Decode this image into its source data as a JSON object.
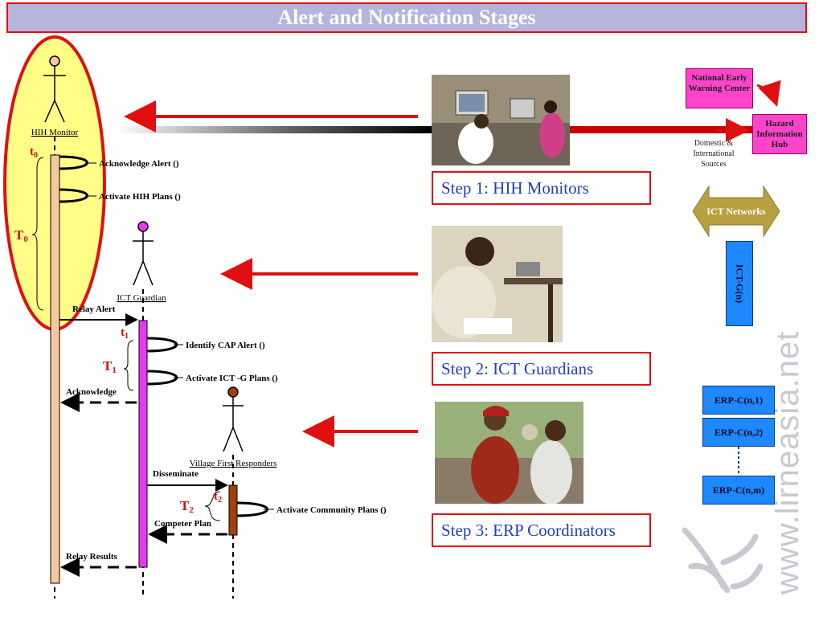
{
  "title": "Alert and Notification Stages",
  "actors": {
    "hih_monitor": "HIH Monitor",
    "ict_guardian": "ICT Guardian",
    "village_first_responders": "Village First Responders"
  },
  "self_messages": {
    "acknowledge_alert": "Acknowledge Alert ()",
    "activate_hih_plans": "Activate HIH Plans ()",
    "identify_cap_alert": "Identify CAP Alert  ()",
    "activate_ictg_plans": "Activate ICT -G Plans ()",
    "activate_community_plans": "Activate Community Plans  ()"
  },
  "messages": {
    "relay_alert": "Relay Alert",
    "acknowledge": "Acknowledge",
    "disseminate": "Disseminate",
    "competer_plan": "Competer Plan",
    "relay_results": "Relay Results"
  },
  "time_labels": {
    "t0": "t",
    "t0_sub": "0",
    "T0": "T",
    "T0_sub": "0",
    "t1": "t",
    "t1_sub": "1",
    "T1": "T",
    "T1_sub": "1",
    "t2": "t",
    "t2_sub": "2",
    "T2": "T",
    "T2_sub": "2"
  },
  "steps": [
    {
      "label": "Step 1: HIH Monitors"
    },
    {
      "label": "Step 2: ICT Guardians"
    },
    {
      "label": "Step 3: ERP Coordinators"
    }
  ],
  "network": {
    "national_early_warning": "National Early Warning Center",
    "hazard_hub": "Hazard Information Hub",
    "sources": "Domestic & International Sources",
    "ict_networks": "ICT Networks",
    "ict_g": "ICT-G(n)",
    "erp": [
      "ERP-C(n,1)",
      "ERP-C(n,2)",
      "ERP-C(n,m)"
    ]
  },
  "watermark": "www.lirneasia.net",
  "colors": {
    "title_bg": "#b4b4dc",
    "accent_red": "#e01010",
    "ellipse_fill": "#ffff88",
    "hih_lifeline": "#f5c9a0",
    "ict_lifeline": "#e838f0",
    "vfr_lifeline": "#a0400f",
    "pink": "#ff44cc",
    "blue": "#1e88ff",
    "step_text": "#1f3fbf",
    "olive": "#b8a040"
  }
}
